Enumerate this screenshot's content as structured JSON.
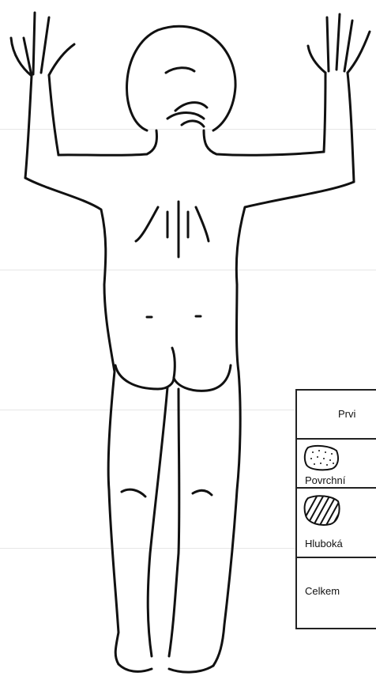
{
  "legend": {
    "header": "Prvi",
    "rows": [
      {
        "label": "Povrchní",
        "pattern": "dots"
      },
      {
        "label": "Hluboká",
        "pattern": "hatch"
      },
      {
        "label": "Celkem",
        "pattern": "none"
      }
    ]
  },
  "colors": {
    "ink": "#111111",
    "paper": "#ffffff"
  }
}
